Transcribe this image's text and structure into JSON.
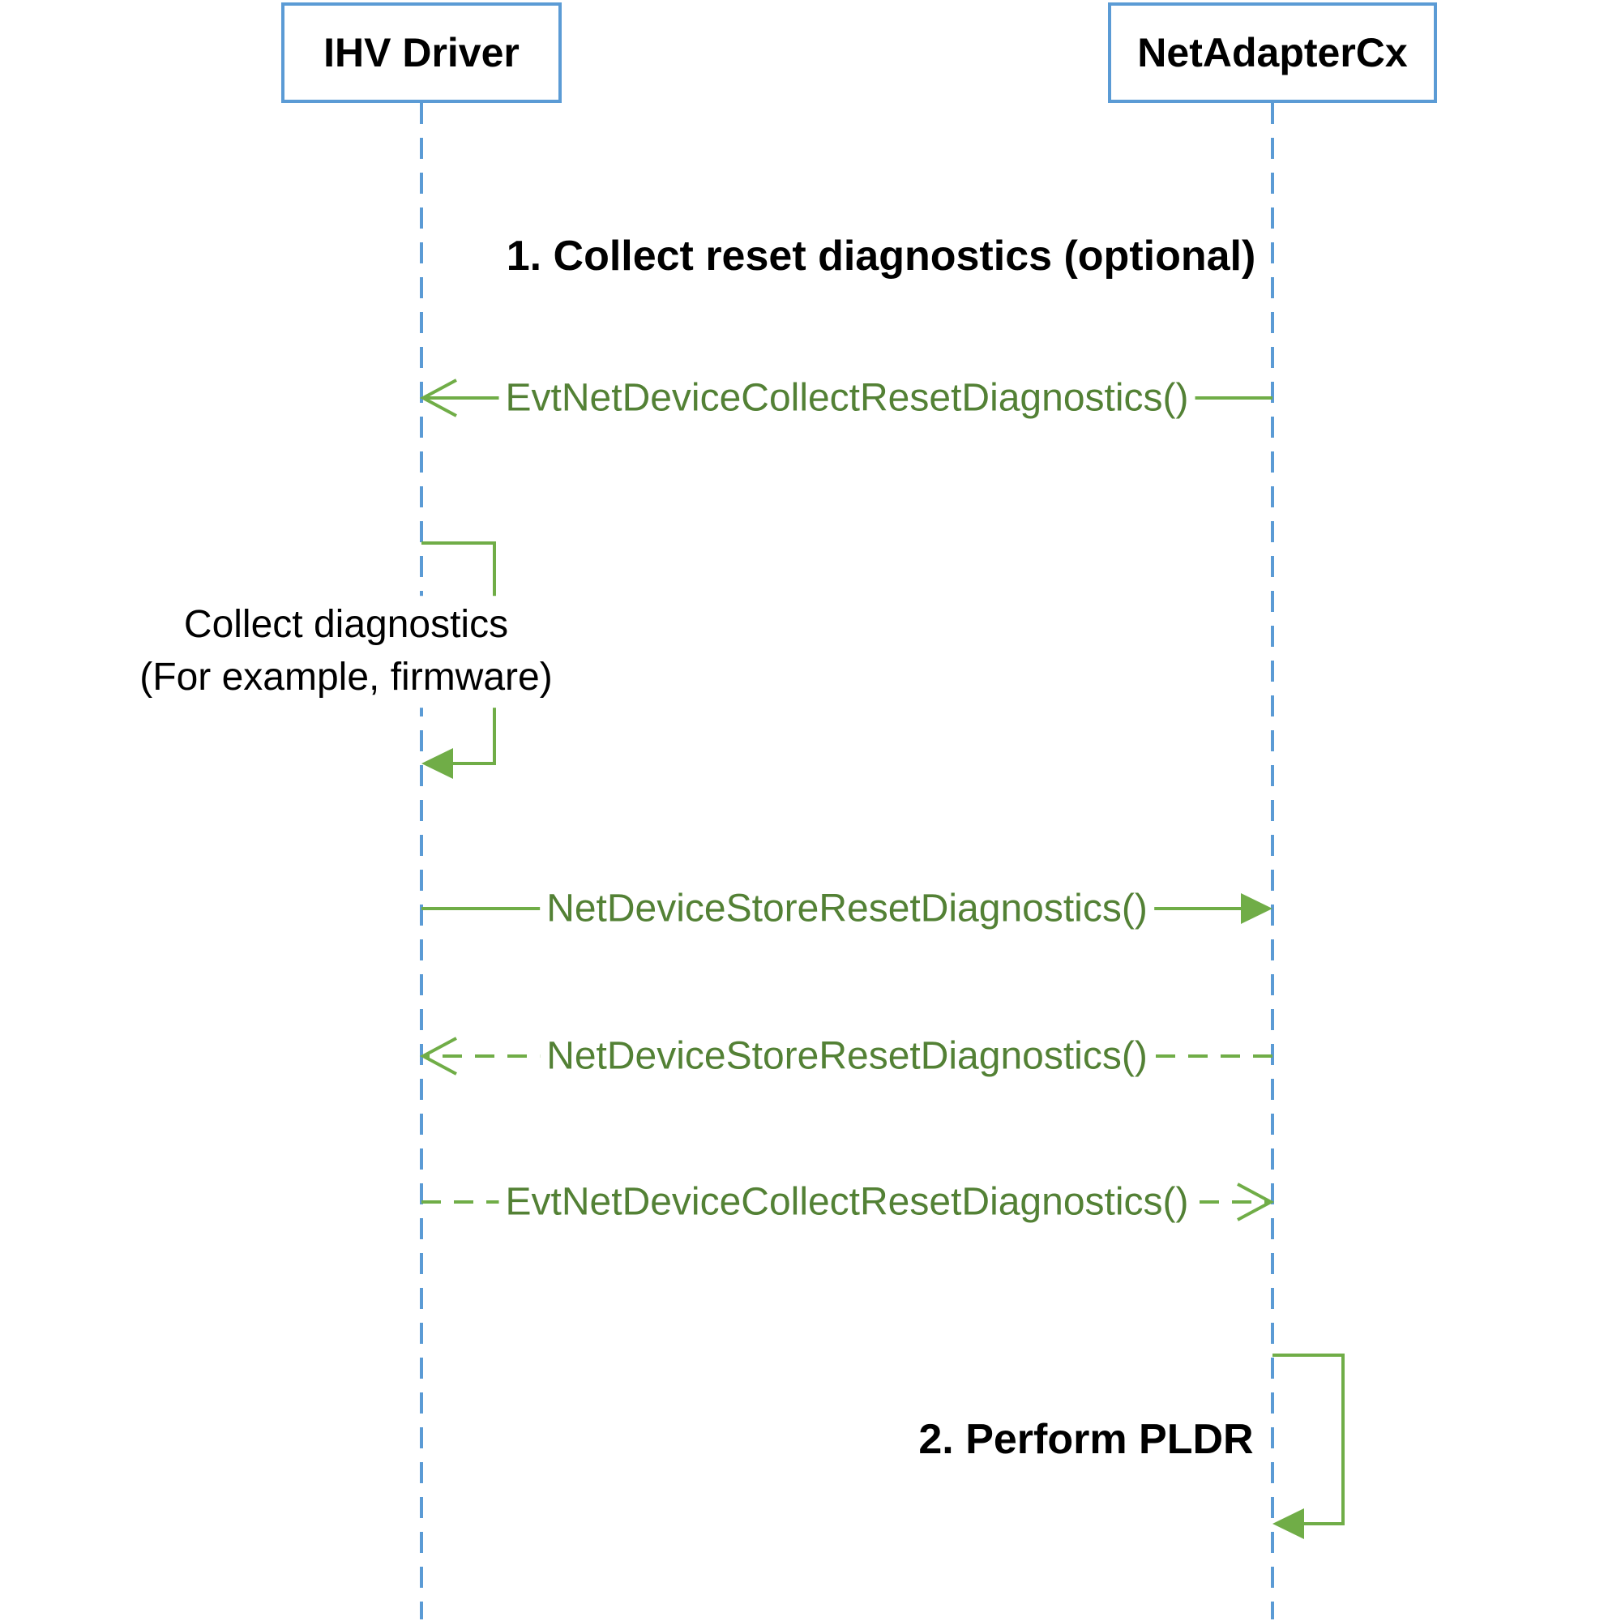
{
  "diagram": {
    "participants": [
      {
        "id": "ihv-driver",
        "label": "IHV Driver"
      },
      {
        "id": "netadaptercx",
        "label": "NetAdapterCx"
      }
    ],
    "sections": [
      {
        "title": "1. Collect reset diagnostics (optional)"
      },
      {
        "title": "2. Perform PLDR"
      }
    ],
    "messages": [
      {
        "label": "EvtNetDeviceCollectResetDiagnostics()",
        "from": "NetAdapterCx",
        "to": "IHV Driver",
        "line": "solid",
        "arrowhead": "open"
      },
      {
        "label": "NetDeviceStoreResetDiagnostics()",
        "from": "IHV Driver",
        "to": "NetAdapterCx",
        "line": "solid",
        "arrowhead": "filled"
      },
      {
        "label": "NetDeviceStoreResetDiagnostics()",
        "from": "NetAdapterCx",
        "to": "IHV Driver",
        "line": "dashed",
        "arrowhead": "open"
      },
      {
        "label": "EvtNetDeviceCollectResetDiagnostics()",
        "from": "IHV Driver",
        "to": "NetAdapterCx",
        "line": "dashed",
        "arrowhead": "open"
      }
    ],
    "self_calls": [
      {
        "participant": "IHV Driver",
        "note_line1": "Collect diagnostics",
        "note_line2": "(For example, firmware)"
      },
      {
        "participant": "NetAdapterCx",
        "uses_section_title_index": 1
      }
    ],
    "colors": {
      "lifeline_blue": "#5B9BD5",
      "arrow_green": "#70AD47",
      "label_green": "#538135",
      "text_black": "#000000"
    }
  }
}
